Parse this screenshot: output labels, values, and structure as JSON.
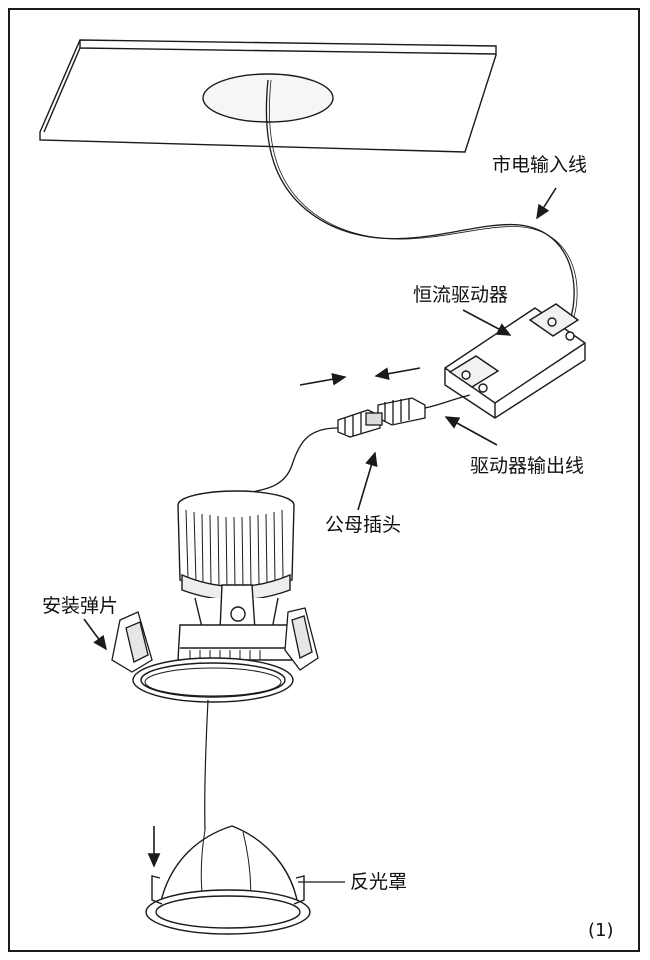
{
  "labels": {
    "mains_input_wire": "市电输入线",
    "constant_current_driver": "恒流驱动器",
    "driver_output_wire": "驱动器输出线",
    "male_female_plug": "公母插头",
    "mounting_clip": "安装弹片",
    "reflector": "反光罩"
  },
  "figure_number": "(1)",
  "colors": {
    "line": "#1a1a1a",
    "fill": "#ffffff",
    "shade": "#e8e8e8"
  }
}
